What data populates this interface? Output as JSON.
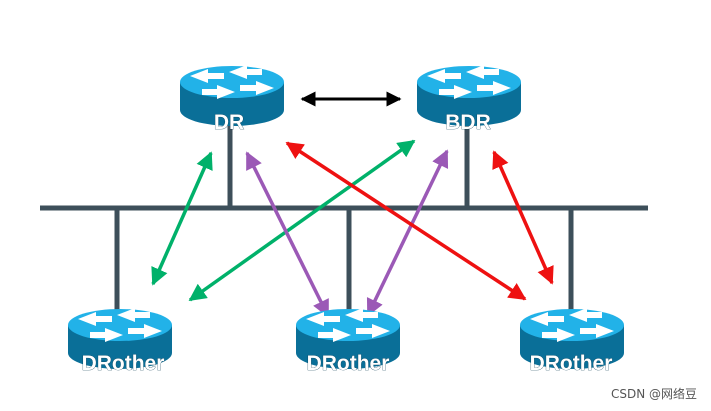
{
  "routers": {
    "dr": {
      "label": "DR"
    },
    "bdr": {
      "label": "BDR"
    },
    "drother_left": {
      "label": "DRother"
    },
    "drother_middle": {
      "label": "DRother"
    },
    "drother_right": {
      "label": "DRother"
    }
  },
  "colors": {
    "bus": "#3d4f5a",
    "dr_bdr_link": "#000000",
    "bdr_adjacency": "#00b16a",
    "dr_adjacency_purple": "#9b59b6",
    "dr_adjacency_red": "#ee1111",
    "router_top": "#22b2e8",
    "router_side": "#0a6f98"
  },
  "watermark": "CSDN @网络豆"
}
